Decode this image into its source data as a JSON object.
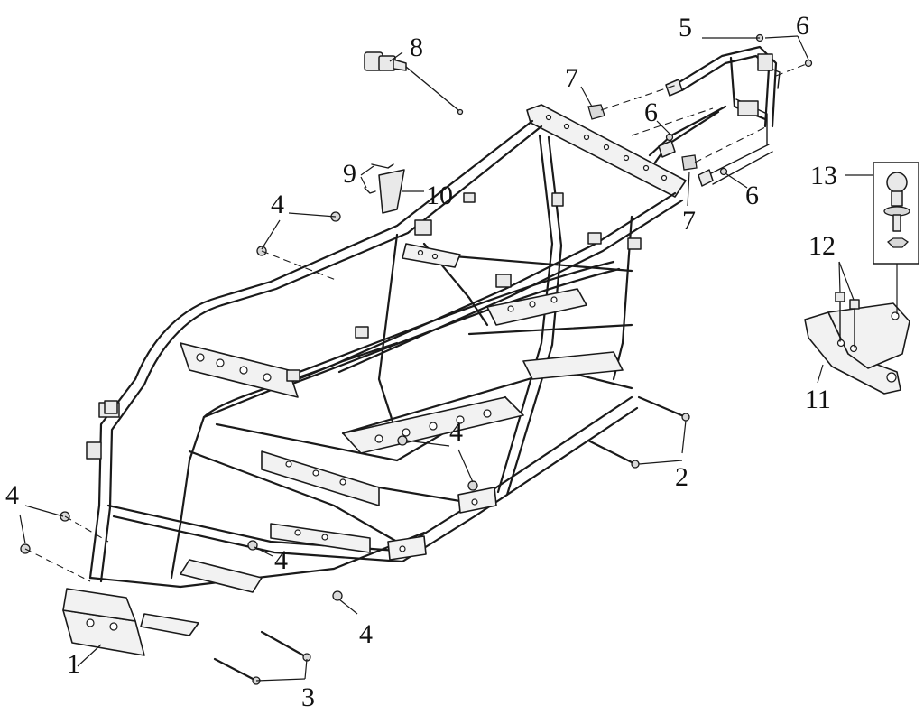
{
  "callouts": {
    "c1": "1",
    "c2": "2",
    "c3": "3",
    "c4a": "4",
    "c4b": "4",
    "c4c": "4",
    "c4d": "4",
    "c4e": "4",
    "c5": "5",
    "c6a": "6",
    "c6b": "6",
    "c6c": "6",
    "c7a": "7",
    "c7b": "7",
    "c8": "8",
    "c9": "9",
    "c10": "10",
    "c11": "11",
    "c12": "12",
    "c13": "13"
  }
}
